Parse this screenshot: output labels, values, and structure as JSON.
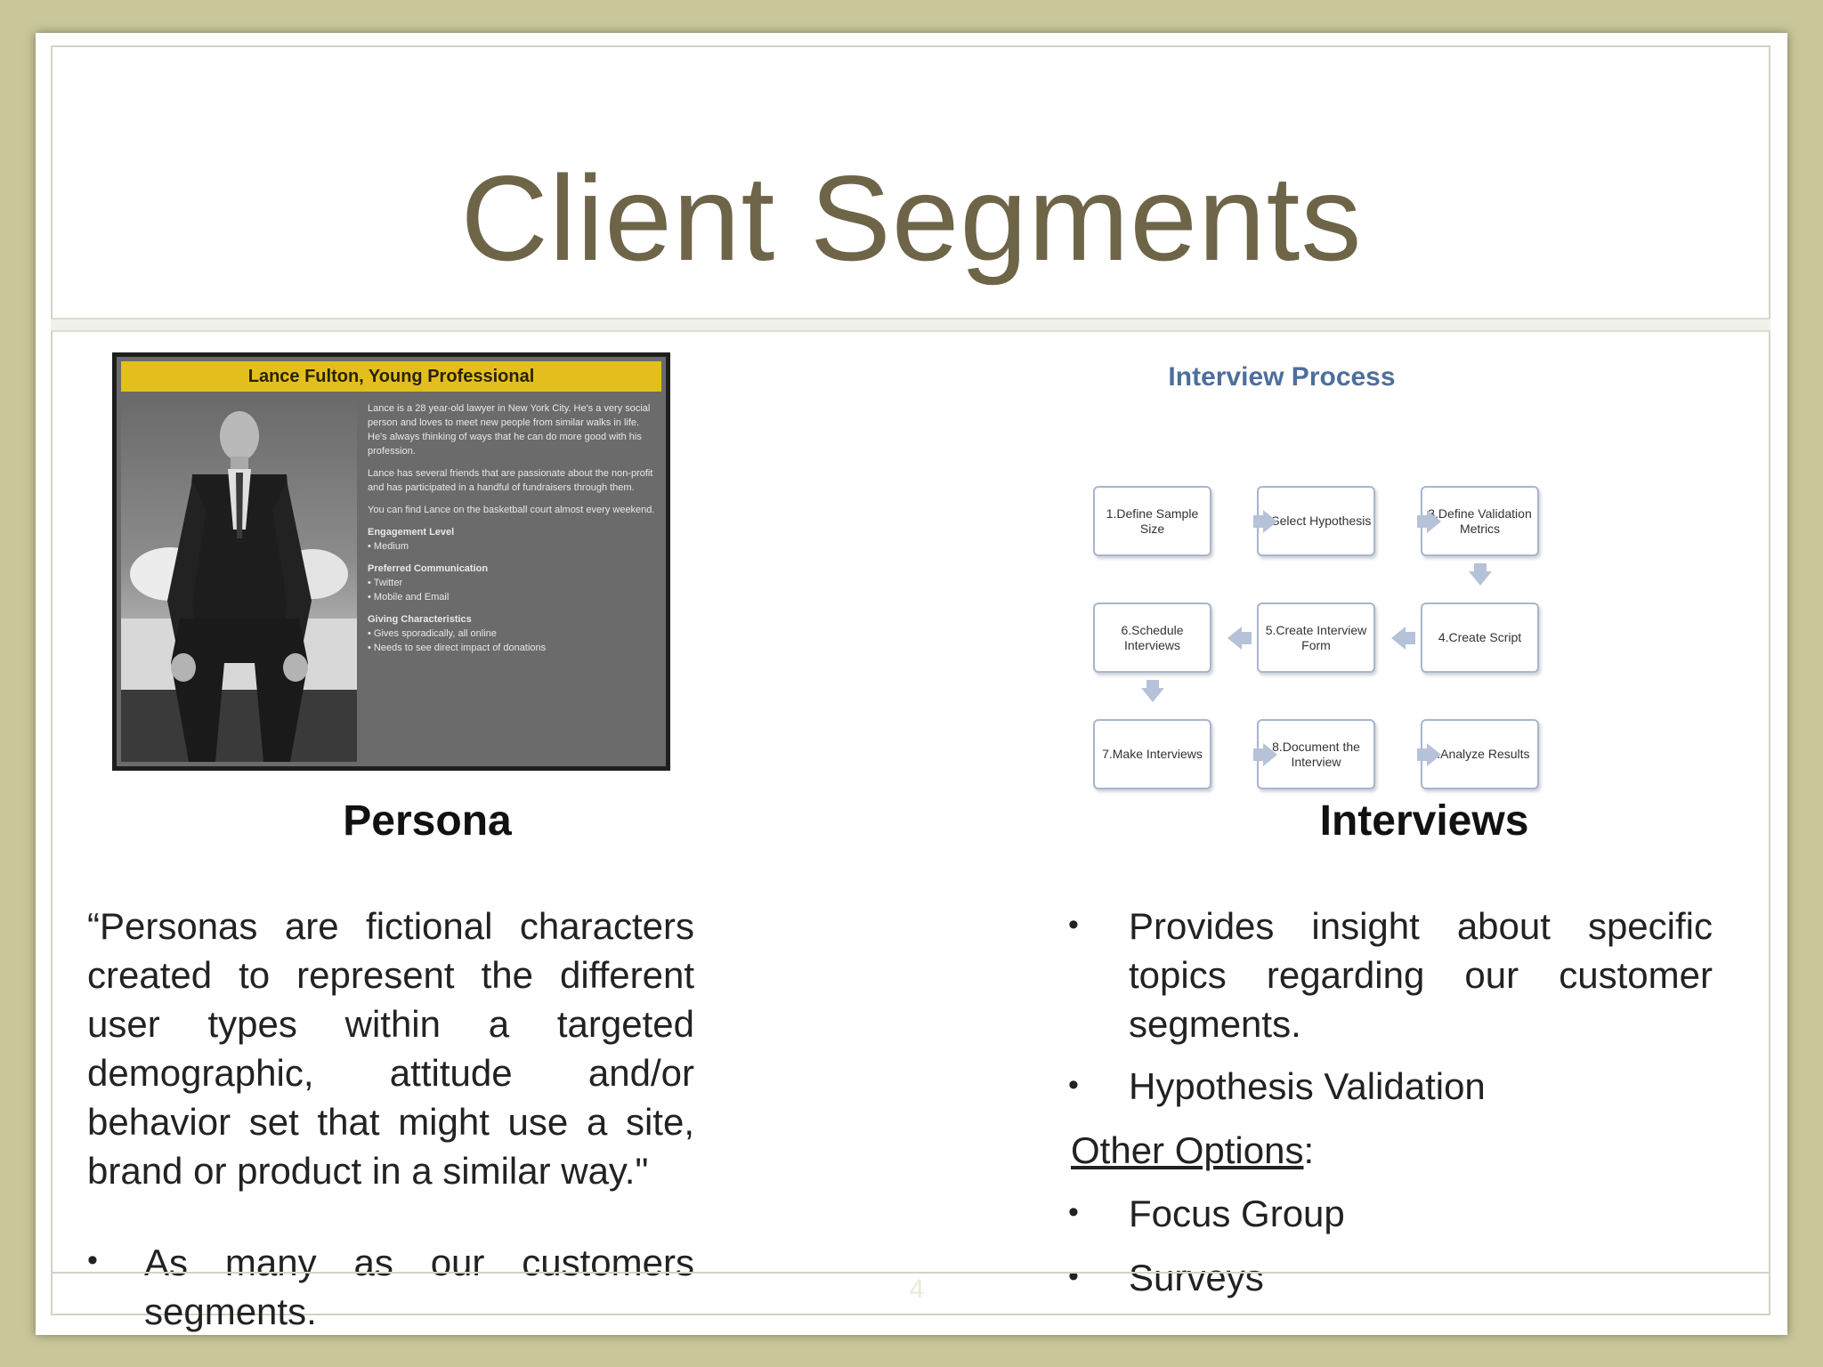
{
  "slide": {
    "title": "Client Segments",
    "page_number": "4"
  },
  "persona_card": {
    "banner": "Lance Fulton, Young Professional",
    "paragraphs": [
      "Lance is a 28 year-old lawyer in New York City. He's a very social person and loves to meet new people from similar walks in life. He's always thinking of ways that he can do more good with his profession.",
      "Lance has several friends that are passionate about the non-profit and has participated in a handful of fundraisers through them.",
      "You can find Lance on the basketball court almost every weekend."
    ],
    "engagement_heading": "Engagement Level",
    "engagement_value": "• Medium",
    "communication_heading": "Preferred Communication",
    "communication_values": [
      "• Twitter",
      "• Mobile and Email"
    ],
    "giving_heading": "Giving Characteristics",
    "giving_values": [
      "• Gives sporadically, all online",
      "• Needs to see direct impact of donations"
    ]
  },
  "interview_process": {
    "title": "Interview Process",
    "steps": [
      "1.Define Sample Size",
      "2.Select Hypothesis",
      "3.Define Validation Metrics",
      "4.Create Script",
      "5.Create Interview Form",
      "6.Schedule Interviews",
      "7.Make Interviews",
      "8.Document the Interview",
      "9.Analyze Results"
    ]
  },
  "left": {
    "heading": "Persona",
    "quote": "“Personas are fictional characters created to represent the different user types within a targeted demographic, attitude and/or behavior set that might use a site, brand or product in a similar way.\"",
    "bullet": "As many as our customers segments."
  },
  "right": {
    "heading": "Interviews",
    "bullets": [
      "Provides insight about specific topics regarding our customer segments.",
      "Hypothesis Validation"
    ],
    "other_label": "Other Options",
    "other_colon": ":",
    "other_bullets": [
      "Focus Group",
      "Surveys"
    ]
  },
  "colors": {
    "background": "#c9c69a",
    "title": "#6e6549",
    "diagram_title": "#4e6e9c",
    "banner": "#e3bf1e"
  }
}
